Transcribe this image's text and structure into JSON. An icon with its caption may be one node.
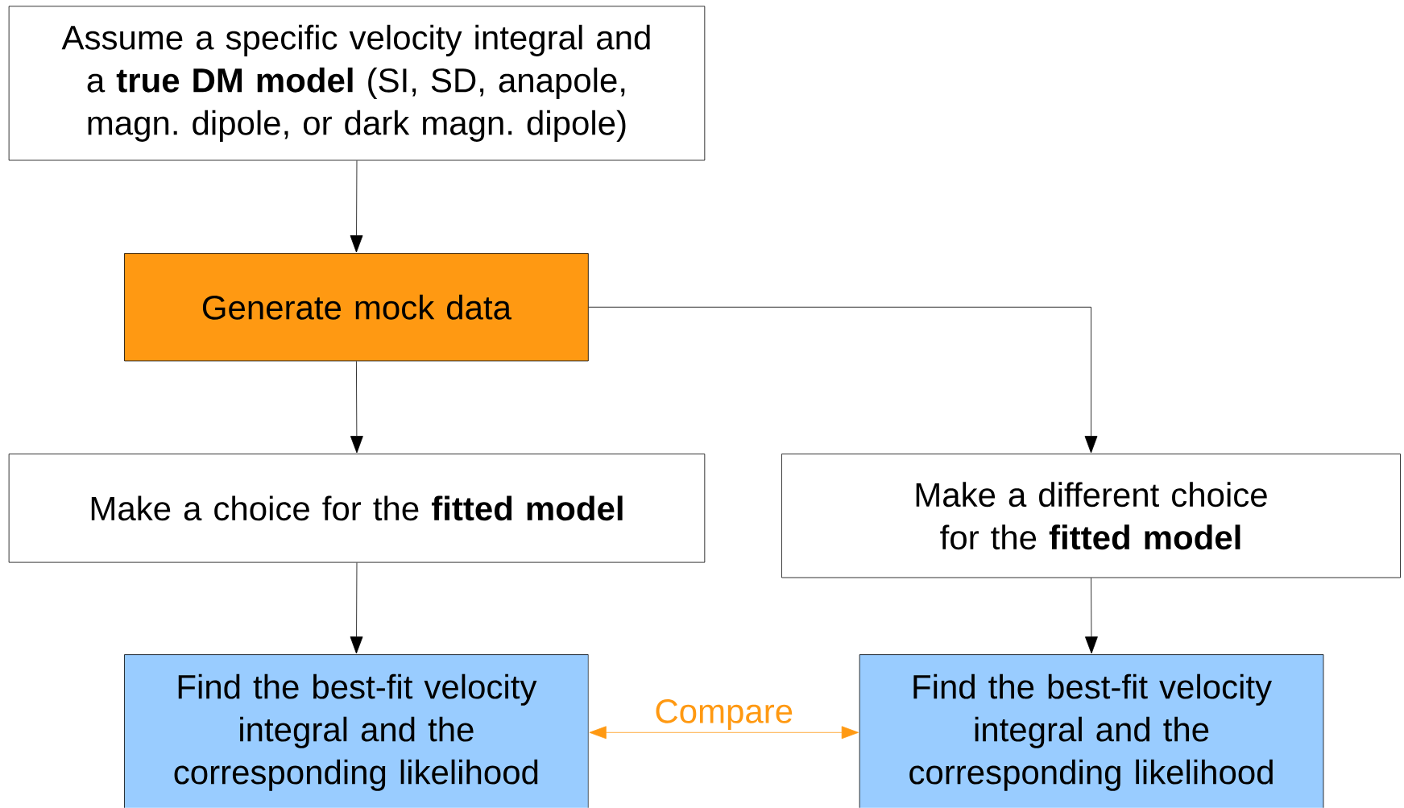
{
  "diagram": {
    "nodes": [
      {
        "text": [
          "Assume a specific velocity integral and a **true DM model** (SI, SD, anapole, magn. dipole, or dark magn. dipole)"
        ]
      },
      {
        "text": [
          "Generate mock data"
        ]
      },
      {
        "text": [
          "Make a choice for the **fitted model**"
        ]
      },
      {
        "text": [
          "Make a different choice for the **fitted model**"
        ]
      },
      {
        "text": [
          "Find the best-fit velocity integral and the corresponding likelihood"
        ]
      },
      {
        "text": [
          "Find the best-fit velocity integral and the corresponding likelihood"
        ]
      }
    ],
    "edges": [
      {
        "from": 0,
        "to": 1,
        "arrow": "to"
      },
      {
        "from": 1,
        "to": 2,
        "arrow": "to"
      },
      {
        "from": 1,
        "to": 3,
        "arrow": "to"
      },
      {
        "from": 2,
        "to": 4,
        "arrow": "to"
      },
      {
        "from": 3,
        "to": 5,
        "arrow": "to"
      },
      {
        "from": 4,
        "to": 5,
        "arrow": "both",
        "label": "Compare",
        "color": "#ff9912"
      }
    ]
  }
}
